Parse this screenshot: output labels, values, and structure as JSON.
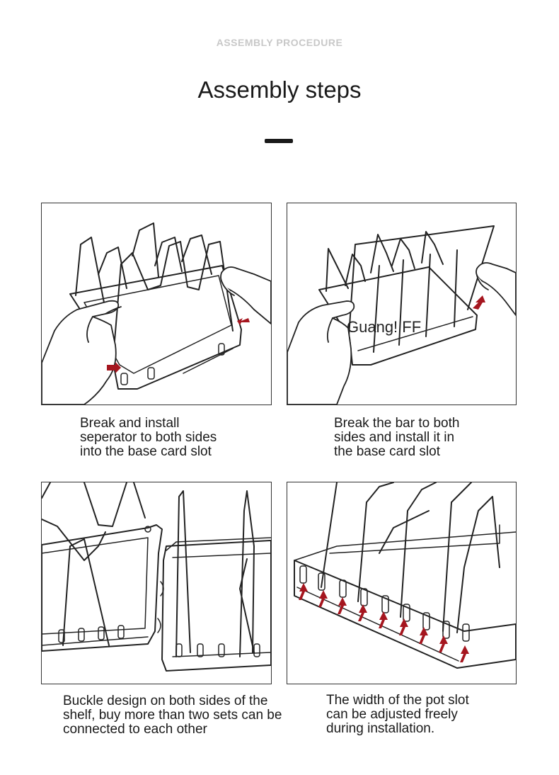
{
  "header": {
    "kicker": "ASSEMBLY PROCEDURE",
    "title": "Assembly steps"
  },
  "steps": [
    {
      "caption_lines": [
        "Break and install",
        "seperator to both sides",
        "into the base card slot"
      ]
    },
    {
      "caption_lines": [
        "Break the bar to both",
        "sides and install it in",
        "the base card slot"
      ],
      "watermark": "Guang! FF"
    },
    {
      "caption_lines": [
        "Buckle design on both sides of the",
        "shelf, buy more than two sets can be",
        "connected to each other"
      ]
    },
    {
      "caption_lines": [
        "The width of the pot slot",
        "can be adjusted freely",
        "during installation."
      ]
    }
  ],
  "colors": {
    "accent_arrow": "#a5161f",
    "line": "#222222",
    "kicker": "#c8c8c8"
  }
}
